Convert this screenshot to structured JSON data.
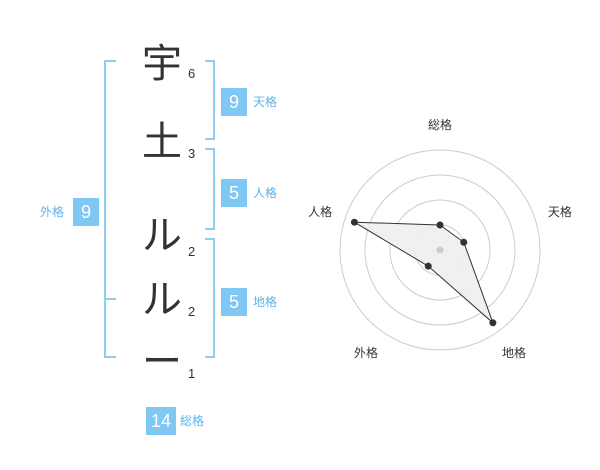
{
  "name": {
    "chars": [
      {
        "char": "宇",
        "strokes": "6"
      },
      {
        "char": "土",
        "strokes": "3"
      },
      {
        "char": "ル",
        "strokes": "2"
      },
      {
        "char": "ル",
        "strokes": "2"
      },
      {
        "char": "ー",
        "strokes": "1"
      }
    ]
  },
  "fortune": {
    "tenkaku": {
      "value": "9",
      "label": "天格"
    },
    "jinkaku": {
      "value": "5",
      "label": "人格"
    },
    "chikaku": {
      "value": "5",
      "label": "地格"
    },
    "gaikaku": {
      "value": "9",
      "label": "外格"
    },
    "soukaku": {
      "value": "14",
      "label": "総格"
    }
  },
  "chart_data": {
    "type": "radar",
    "axes": [
      "総格",
      "天格",
      "地格",
      "外格",
      "人格"
    ],
    "values": [
      0.25,
      0.25,
      0.9,
      0.2,
      0.9
    ],
    "scale_max": 1,
    "rings": 4,
    "colors": {
      "fill": "#eeeeee",
      "line": "#333333",
      "ring": "#cccccc",
      "center": "#cccccc"
    }
  },
  "colors": {
    "accent": "#7ec8f3",
    "bracket": "#8fcdf3",
    "label": "#5ab4ec"
  }
}
